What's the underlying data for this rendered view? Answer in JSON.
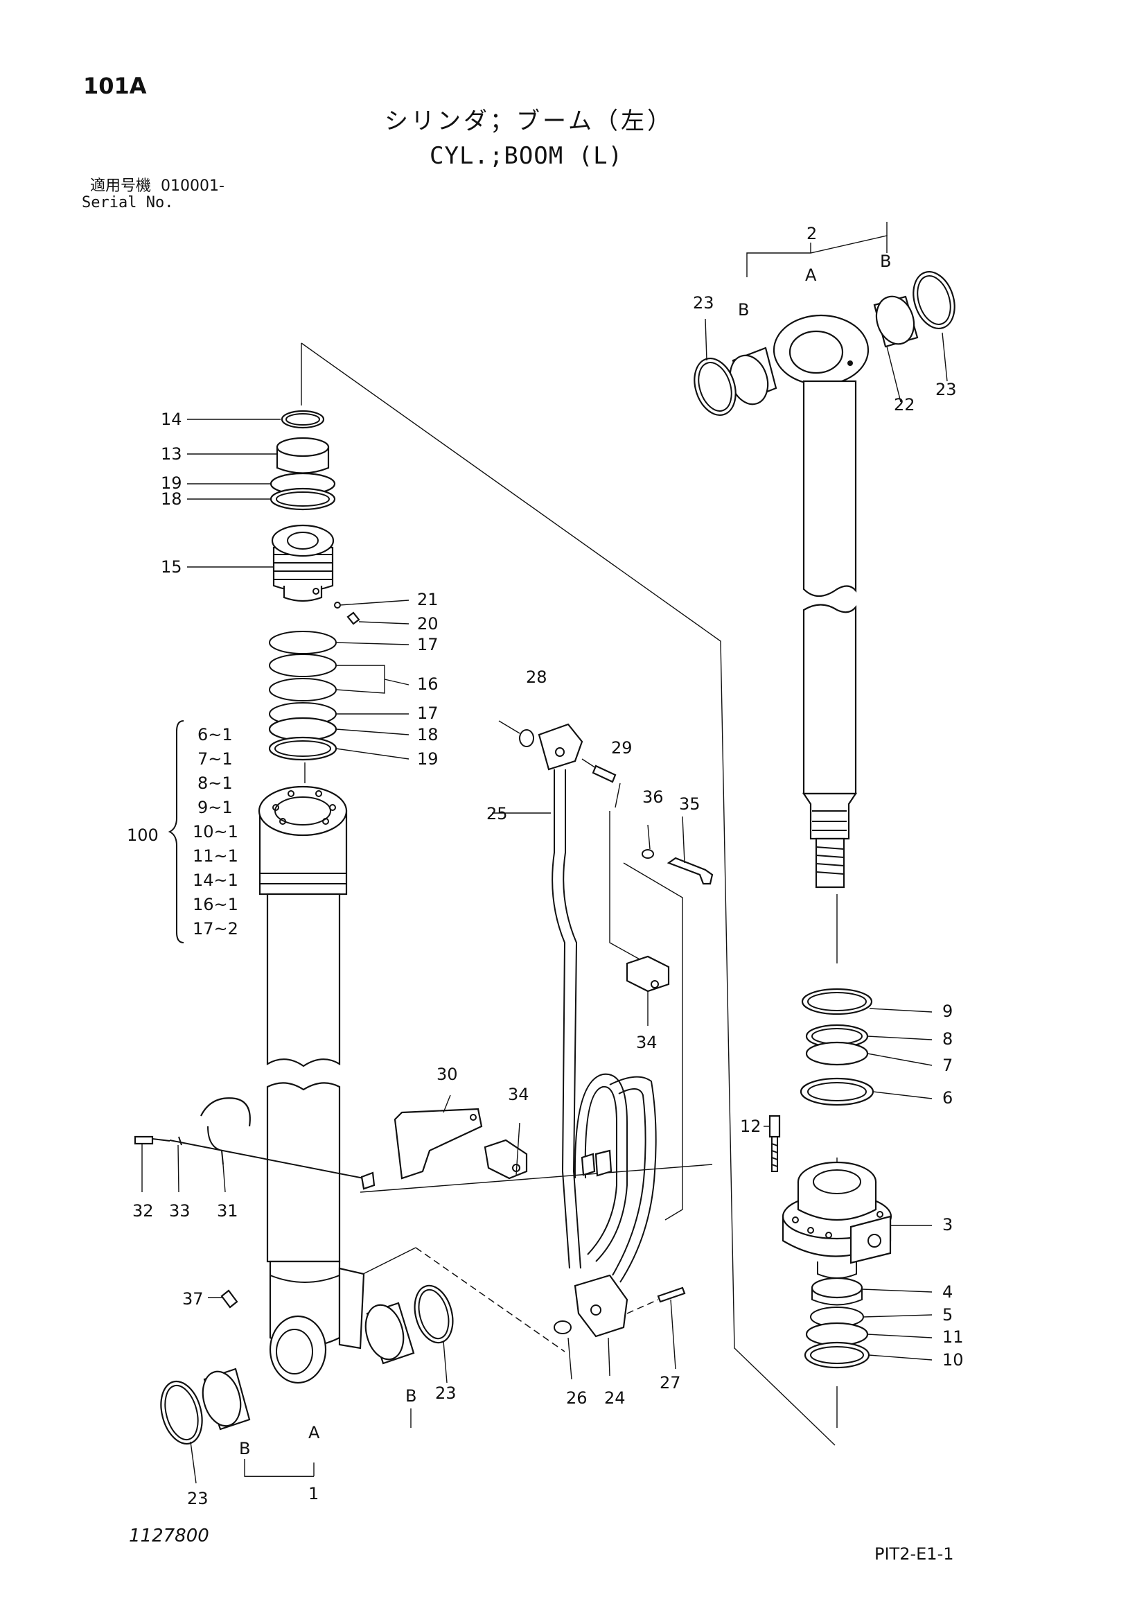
{
  "header": {
    "page_no": "101A",
    "title_jp": "シリンダ；ブーム（左）",
    "title_en": "CYL.;BOOM (L)",
    "serial_label_jp": "適用号機",
    "serial_value": "010001-",
    "serial_label_en": "Serial No."
  },
  "footer": {
    "drawing_no": "1127800",
    "ref_code": "PIT2-E1-1"
  },
  "callouts": {
    "c1": "1",
    "c2": "2",
    "c3": "3",
    "c4": "4",
    "c5": "5",
    "c6": "6",
    "c7": "7",
    "c8": "8",
    "c9": "9",
    "c10": "10",
    "c11": "11",
    "c12": "12",
    "c13": "13",
    "c14": "14",
    "c15": "15",
    "c16": "16",
    "c17a": "17",
    "c17b": "17",
    "c18a": "18",
    "c18b": "18",
    "c19a": "19",
    "c19b": "19",
    "c20": "20",
    "c21": "21",
    "c22": "22",
    "c23a": "23",
    "c23b": "23",
    "c23c": "23",
    "c23d": "23",
    "c24": "24",
    "c25": "25",
    "c26": "26",
    "c27": "27",
    "c28": "28",
    "c29": "29",
    "c30": "30",
    "c31": "31",
    "c32": "32",
    "c33": "33",
    "c34a": "34",
    "c34b": "34",
    "c35": "35",
    "c36": "36",
    "c37": "37",
    "a_left": "A",
    "b_left1": "B",
    "b_left2": "B",
    "a_right": "A",
    "b_right1": "B",
    "b_right2": "B"
  },
  "kit": {
    "label": "100",
    "items": [
      "6~1",
      "7~1",
      "8~1",
      "9~1",
      "10~1",
      "11~1",
      "14~1",
      "16~1",
      "17~2"
    ]
  }
}
